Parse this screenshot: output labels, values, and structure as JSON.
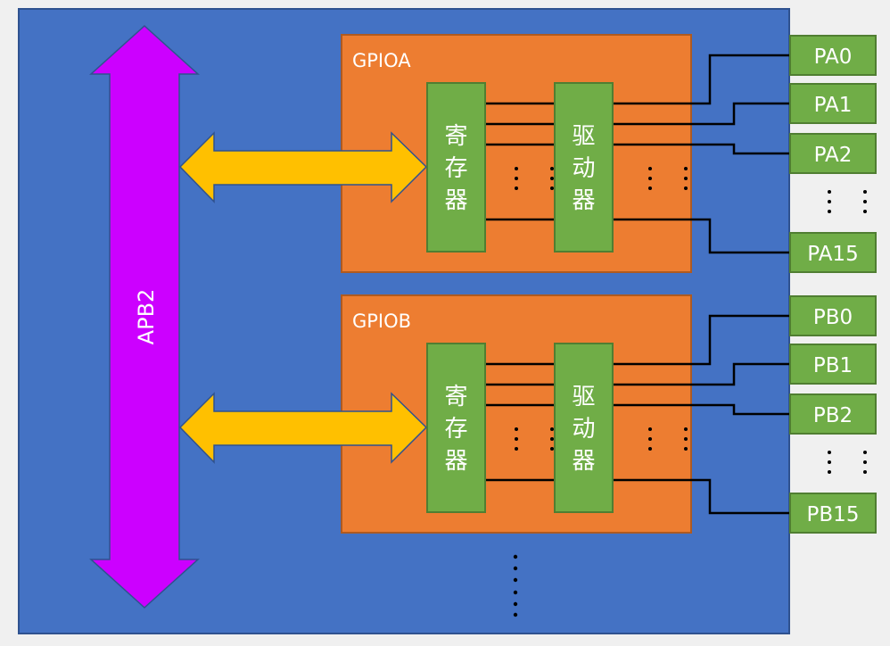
{
  "colors": {
    "background": "#f0f0f0",
    "mcu_panel": "#4472c4",
    "mcu_panel_border": "#2f528f",
    "gpio_block": "#ed7d31",
    "gpio_block_border": "#ae5a21",
    "register_driver_fill": "#70ad47",
    "register_driver_border": "#507e32",
    "bus_arrow": "#cc00ff",
    "data_arrow": "#ffc000",
    "wire": "#000000",
    "text": "#ffffff"
  },
  "bus": {
    "label": "APB2"
  },
  "gpio_blocks": [
    {
      "id": "gpioa",
      "label": "GPIOA",
      "register_label": [
        "寄",
        "存",
        "器"
      ],
      "driver_label": [
        "驱",
        "动",
        "器"
      ],
      "pins": [
        "PA0",
        "PA1",
        "PA2",
        "PA15"
      ]
    },
    {
      "id": "gpiob",
      "label": "GPIOB",
      "register_label": [
        "寄",
        "存",
        "器"
      ],
      "driver_label": [
        "驱",
        "动",
        "器"
      ],
      "pins": [
        "PB0",
        "PB1",
        "PB2",
        "PB15"
      ]
    }
  ],
  "ellipsis": "⋮"
}
